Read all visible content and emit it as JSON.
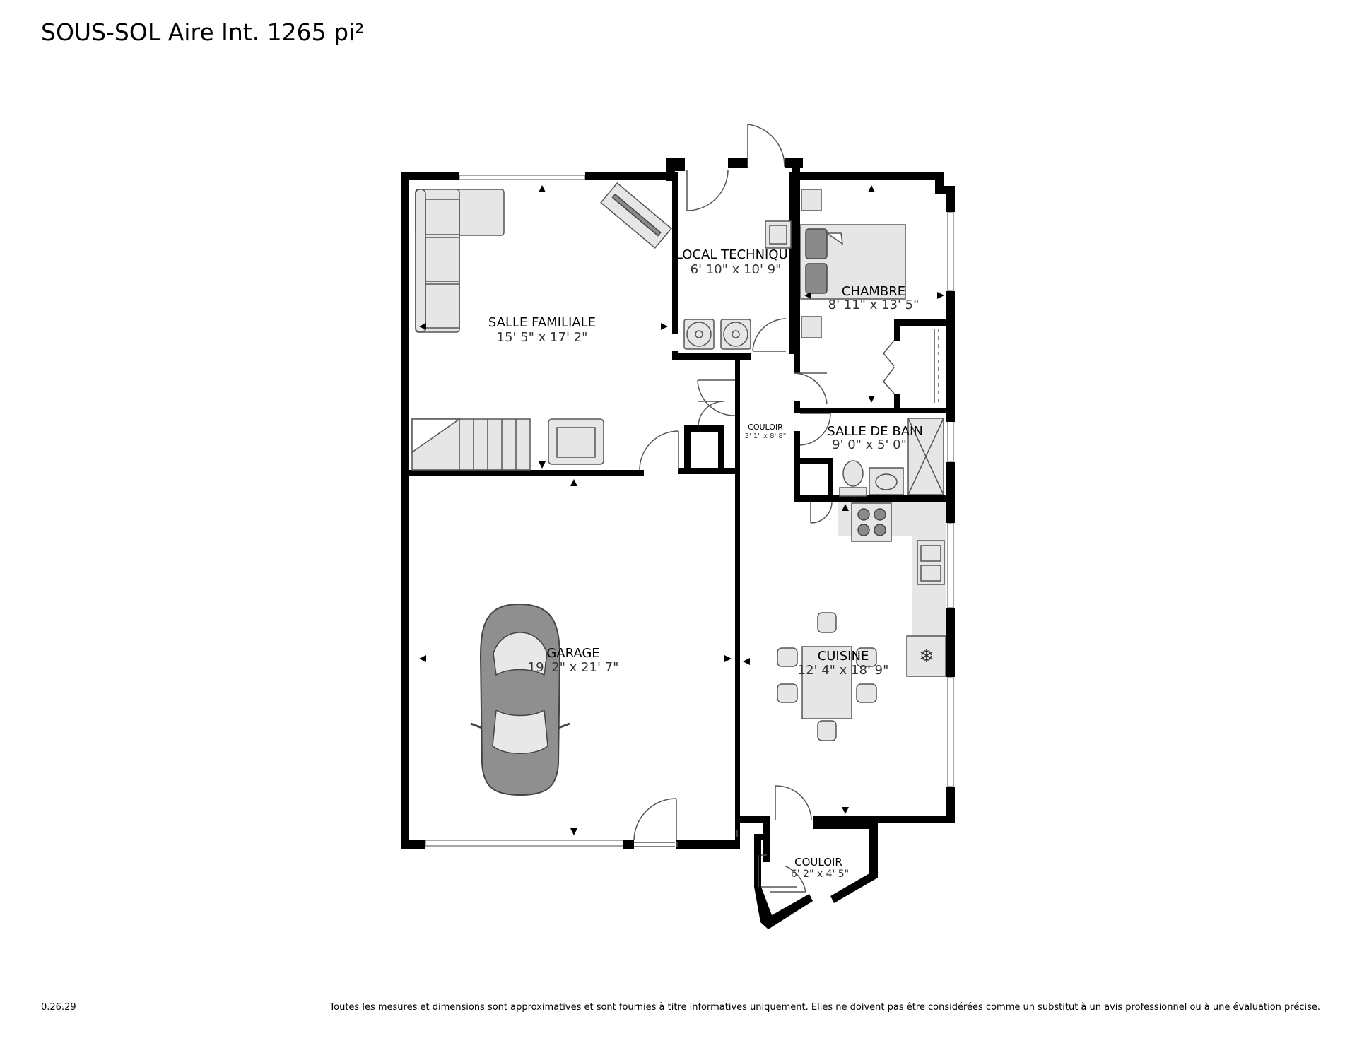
{
  "header": {
    "title": "SOUS-SOL Aire Int. 1265 pi²"
  },
  "footer": {
    "version": "0.26.29",
    "disclaimer": "Toutes les mesures et dimensions sont approximatives et sont fournies à titre informatives uniquement. Elles ne doivent pas être considérées comme un substitut à un avis professionnel ou à une évaluation précise."
  },
  "rooms": {
    "salle_familiale": {
      "name": "SALLE FAMILIALE",
      "dims": "15' 5\" x 17' 2\""
    },
    "local_technique": {
      "name": "LOCAL TECHNIQUE",
      "dims": "6' 10\" x 10' 9\""
    },
    "chambre": {
      "name": "CHAMBRE",
      "dims": "8' 11\" x 13' 5\""
    },
    "couloir_1": {
      "name": "COULOIR",
      "dims": "3' 1\" x 8' 8\""
    },
    "salle_de_bain": {
      "name": "SALLE DE BAIN",
      "dims": "9' 0\" x 5' 0\""
    },
    "garage": {
      "name": "GARAGE",
      "dims": "19' 2\" x 21' 7\""
    },
    "cuisine": {
      "name": "CUISINE",
      "dims": "12' 4\" x 18' 9\""
    },
    "couloir_2": {
      "name": "COULOIR",
      "dims": "6' 2\" x 4' 5\""
    }
  }
}
